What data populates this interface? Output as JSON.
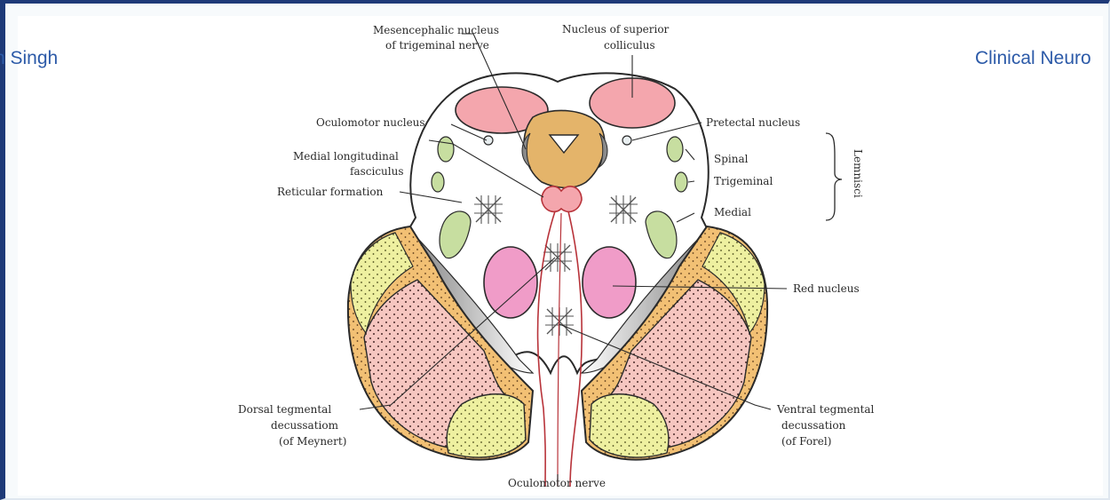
{
  "header": {
    "left_text": "n Singh",
    "right_text": "Clinical Neuro"
  },
  "labels": {
    "mesencephalic_1": "Mesencephalic nucleus",
    "mesencephalic_2": "of trigeminal nerve",
    "sup_colliculus_1": "Nucleus of superior",
    "sup_colliculus_2": "colliculus",
    "oculomotor_nucleus": "Oculomotor nucleus",
    "pretectal_nucleus": "Pretectal nucleus",
    "mlf_1": "Medial longitudinal",
    "mlf_2": "fasciculus",
    "spinal": "Spinal",
    "trigeminal": "Trigeminal",
    "medial": "Medial",
    "lemnisci": "Lemnisci",
    "reticular_formation": "Reticular formation",
    "red_nucleus": "Red nucleus",
    "dorsal_1": "Dorsal tegmental",
    "dorsal_2": "decussatiom",
    "dorsal_3": "(of Meynert)",
    "ventral_1": "Ventral tegmental",
    "ventral_2": "decussation",
    "ventral_3": "(of Forel)",
    "oculomotor_nerve": "Oculomotor nerve"
  },
  "colors": {
    "header_text": "#2c5aa8",
    "frame_border": "#1e3a78",
    "colliculus_fill": "#f4a6ad",
    "aqueduct_fill": "#e4b46a",
    "lemniscus_fill": "#c7dea0",
    "red_nucleus_fill": "#f09cc8",
    "crus_orange": "#f2c074",
    "crus_pink": "#f6c6c0",
    "substantia_nigra": "#9a9a9a",
    "nerve_line": "#b8333a"
  }
}
